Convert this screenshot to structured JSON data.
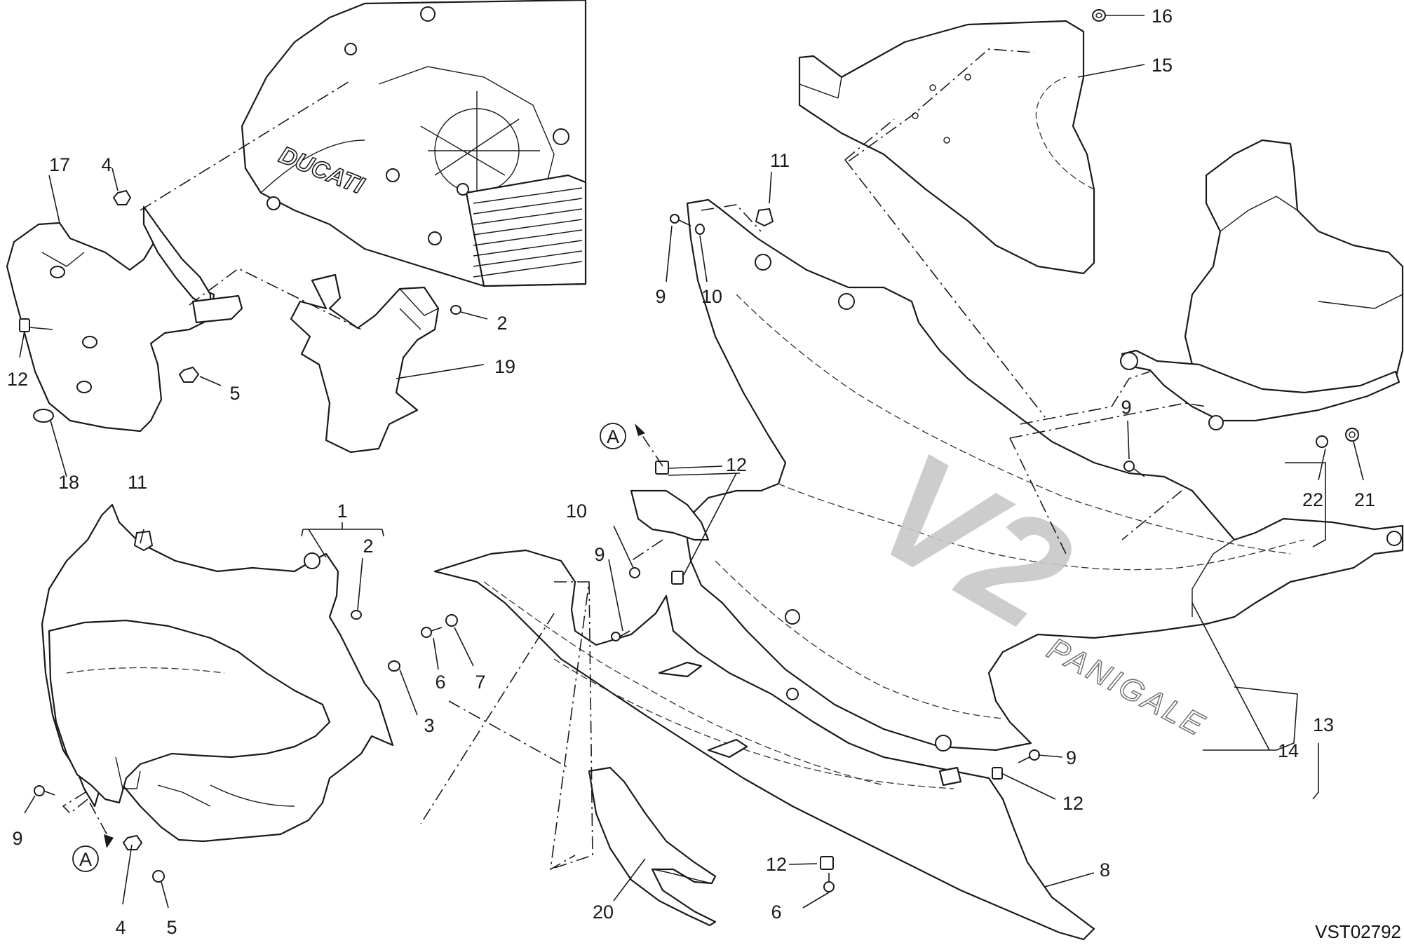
{
  "drawing_code": "VST02792",
  "view_marker": "A",
  "graphics": {
    "brand_logo": "DUCATI",
    "decal_model": "V2",
    "decal_name": "PANIGALE",
    "decal_color": "#c8c8c8"
  },
  "callouts": {
    "c1": "1",
    "c2a": "2",
    "c2b": "2",
    "c3": "3",
    "c4a": "4",
    "c4b": "4",
    "c5a": "5",
    "c5b": "5",
    "c6a": "6",
    "c6b": "6",
    "c7": "7",
    "c8": "8",
    "c9a": "9",
    "c9b": "9",
    "c9c": "9",
    "c9d": "9",
    "c9e": "9",
    "c10a": "10",
    "c10b": "10",
    "c11a": "11",
    "c11b": "11",
    "c12a": "12",
    "c12b": "12",
    "c12c": "12",
    "c12d": "12",
    "c13": "13",
    "c14": "14",
    "c15": "15",
    "c16": "16",
    "c17": "17",
    "c18": "18",
    "c19": "19",
    "c20": "20",
    "c21": "21",
    "c22": "22"
  }
}
